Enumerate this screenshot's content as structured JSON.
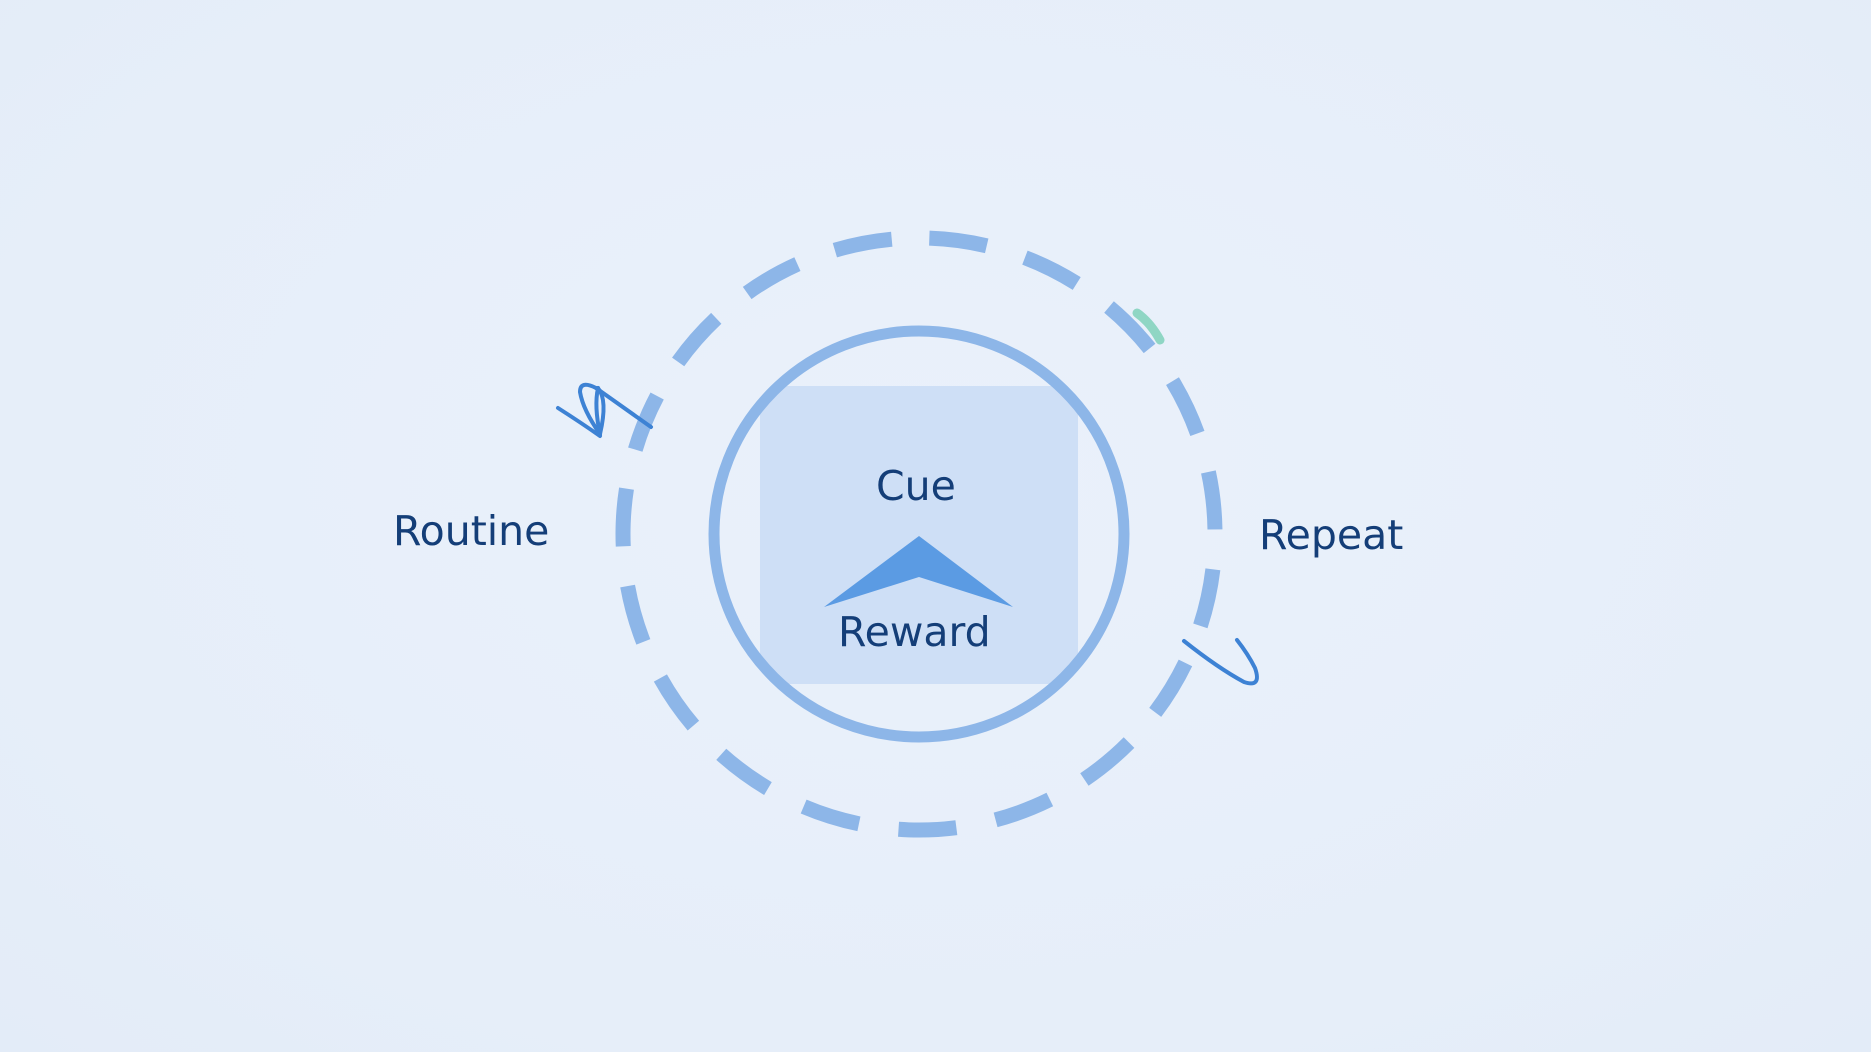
{
  "diagram": {
    "labels": {
      "cue": "Cue",
      "reward": "Reward",
      "routine": "Routine",
      "repeat": "Repeat"
    },
    "colors": {
      "background": "#e8f0fa",
      "dashed_ring": "#8db6e8",
      "inner_ring": "#8db6e8",
      "center_panel": "#c9dcf5",
      "arrow_fill": "#5b9be3",
      "scribble_stroke": "#3d82d4",
      "accent_green": "#8fd6c4",
      "text": "#143e78"
    },
    "icons": {
      "center_marker": "up-arrow-chevron-icon",
      "left_scribble": "hand-drawn-arrow-icon",
      "right_scribble": "hand-drawn-arrow-icon"
    }
  }
}
